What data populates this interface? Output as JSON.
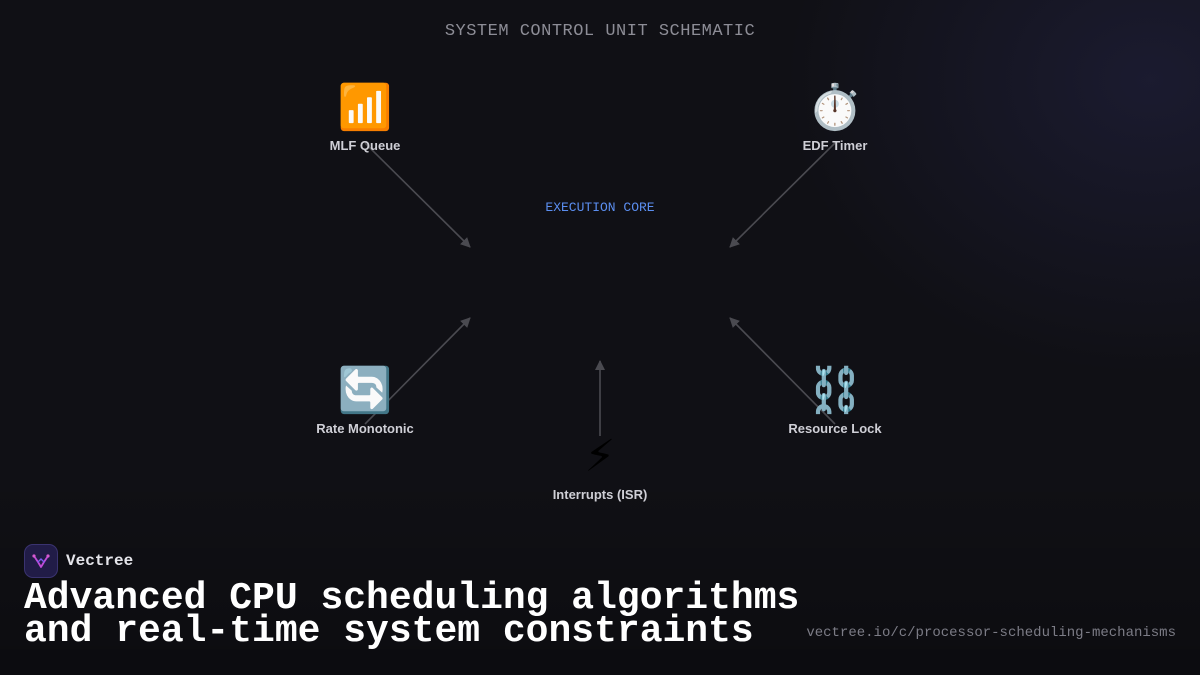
{
  "diagram": {
    "title": "SYSTEM CONTROL UNIT SCHEMATIC",
    "core_label": "EXECUTION CORE",
    "nodes": {
      "mlf_queue": {
        "icon": "📶",
        "icon_name": "signal-bars-icon",
        "label": "MLF Queue"
      },
      "edf_timer": {
        "icon": "⏱️",
        "icon_name": "stopwatch-icon",
        "label": "EDF Timer"
      },
      "rate_monotonic": {
        "icon": "🔄",
        "icon_name": "cycle-arrows-icon",
        "label": "Rate Monotonic"
      },
      "resource_lock": {
        "icon": "⛓️",
        "icon_name": "chain-icon",
        "label": "Resource Lock"
      },
      "interrupts": {
        "icon": "⚡",
        "icon_name": "lightning-icon",
        "label": "Interrupts (ISR)"
      }
    },
    "edges": [
      {
        "from": "MLF Queue",
        "to": "EXECUTION CORE"
      },
      {
        "from": "EDF Timer",
        "to": "EXECUTION CORE"
      },
      {
        "from": "Rate Monotonic",
        "to": "EXECUTION CORE"
      },
      {
        "from": "Resource Lock",
        "to": "EXECUTION CORE"
      },
      {
        "from": "Interrupts (ISR)",
        "to": "EXECUTION CORE"
      }
    ]
  },
  "brand": {
    "name": "Vectree",
    "logo_icon": "vectree-logo-icon"
  },
  "headline": {
    "line1": "Advanced CPU scheduling algorithms",
    "line2": "and real-time system constraints"
  },
  "url": "vectree.io/c/processor-scheduling-mechanisms",
  "colors": {
    "background": "#101015",
    "accent": "#5b8ef0",
    "connector": "#4a4a50",
    "brand_logo": "#211c47"
  }
}
